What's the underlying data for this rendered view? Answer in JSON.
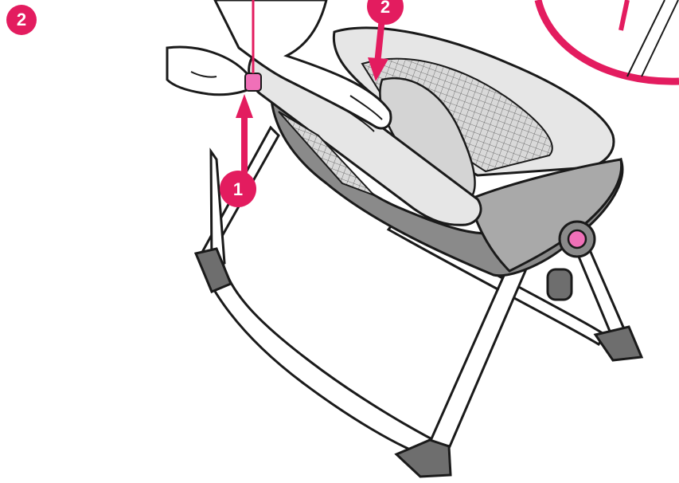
{
  "step_badge": {
    "number": "2"
  },
  "callouts": [
    {
      "id": "release-button",
      "number": "1"
    },
    {
      "id": "push-down",
      "number": "2"
    }
  ],
  "colors": {
    "accent": "#e31c5f",
    "outline": "#1a1a1a",
    "frame_fill": "#ffffff",
    "seat_light": "#e6e6e6",
    "seat_mid": "#bdbdbd",
    "seat_dark": "#8a8a8a",
    "foot_dark": "#6e6e6e",
    "pink_button": "#f070b8"
  },
  "icons": [
    "hand-icon",
    "arrow-up-icon",
    "arrow-down-icon",
    "release-button-icon",
    "mesh-pattern-icon"
  ]
}
